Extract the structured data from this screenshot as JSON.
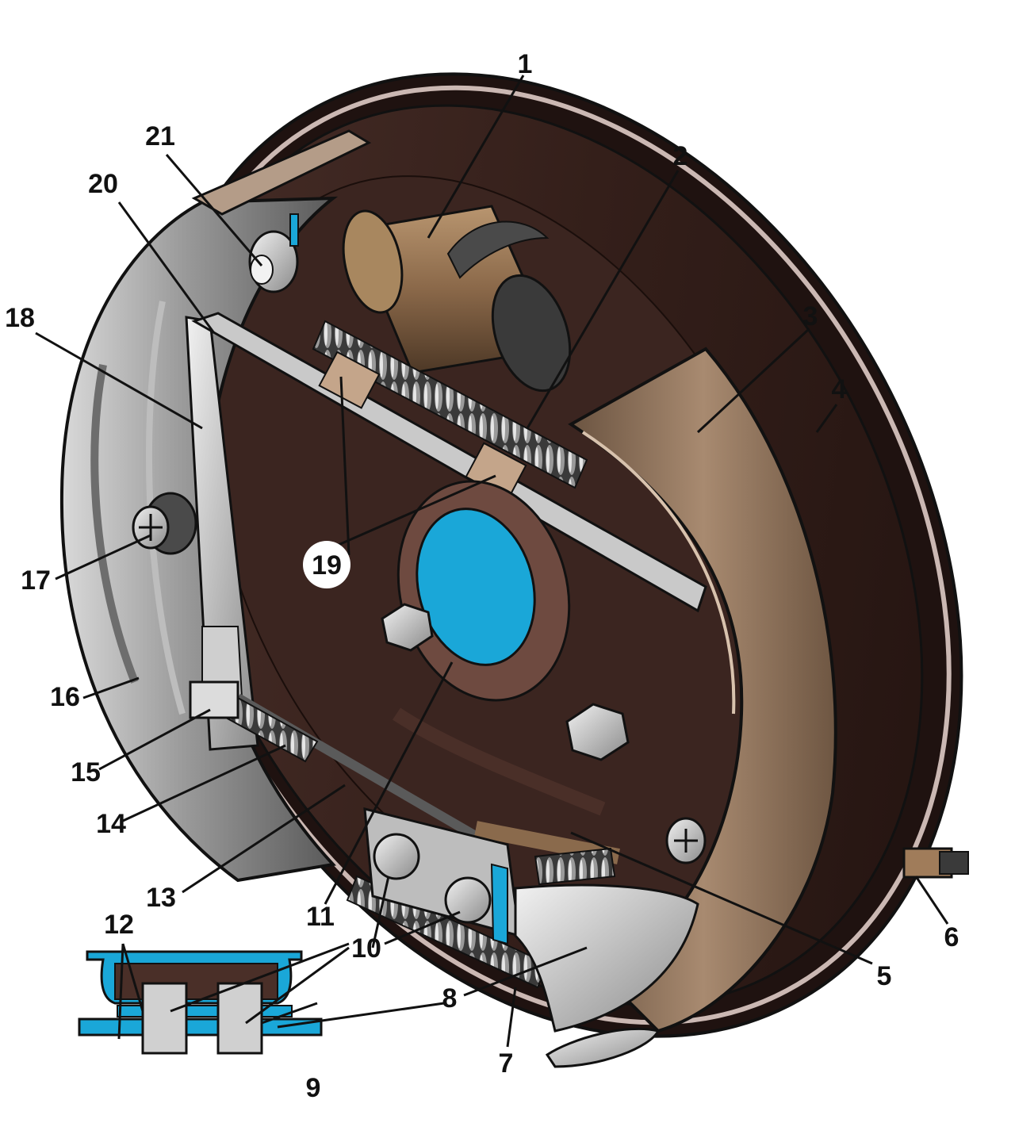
{
  "figure": {
    "subject": "drum-brake-assembly-cutaway",
    "colors": {
      "drum": "#3a2520",
      "drum_dark": "#241512",
      "drum_rim": "#c9b7b2",
      "backing_plate": "#8e8e8e",
      "backing_plate_dark": "#4a4a4a",
      "shoe_lining": "#8a6e57",
      "hub_blue": "#1aa7d8",
      "cylinder": "#8b6a4c",
      "spring": "#2f2f2f",
      "inset_blue": "#1aa7d8",
      "outline": "#111111"
    }
  },
  "callouts": [
    {
      "id": "1",
      "label": "1"
    },
    {
      "id": "2",
      "label": "2"
    },
    {
      "id": "3",
      "label": "3"
    },
    {
      "id": "4",
      "label": "4"
    },
    {
      "id": "5",
      "label": "5"
    },
    {
      "id": "6",
      "label": "6"
    },
    {
      "id": "7",
      "label": "7"
    },
    {
      "id": "8",
      "label": "8"
    },
    {
      "id": "9",
      "label": "9"
    },
    {
      "id": "10",
      "label": "10"
    },
    {
      "id": "11",
      "label": "11"
    },
    {
      "id": "12",
      "label": "12"
    },
    {
      "id": "13",
      "label": "13"
    },
    {
      "id": "14",
      "label": "14"
    },
    {
      "id": "15",
      "label": "15"
    },
    {
      "id": "16",
      "label": "16"
    },
    {
      "id": "17",
      "label": "17"
    },
    {
      "id": "18",
      "label": "18"
    },
    {
      "id": "19",
      "label": "19"
    },
    {
      "id": "20",
      "label": "20"
    },
    {
      "id": "21",
      "label": "21"
    }
  ]
}
